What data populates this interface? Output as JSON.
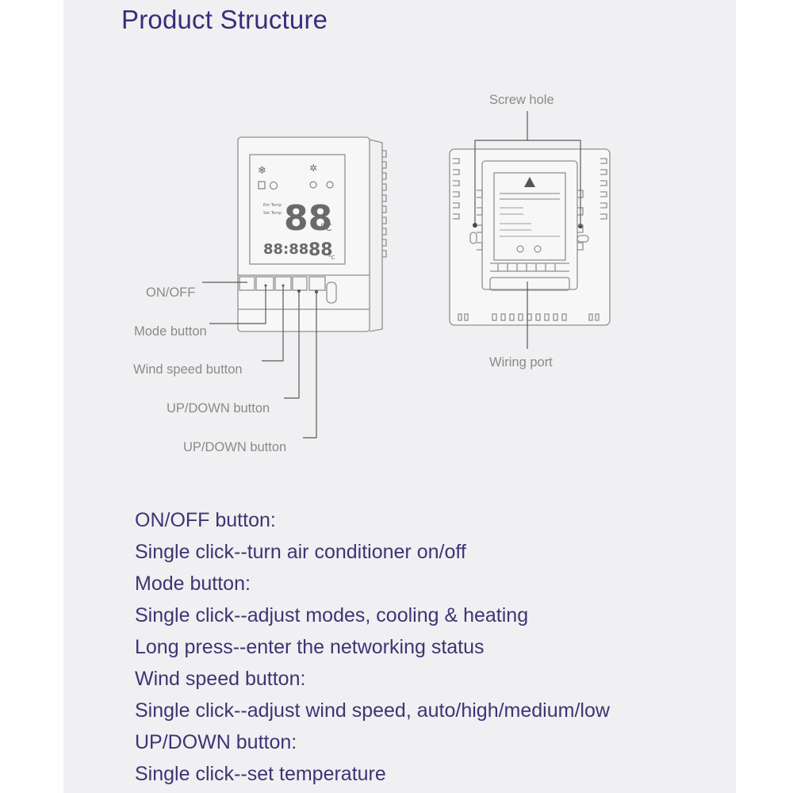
{
  "title": "Product Structure",
  "front_labels": {
    "on_off": "ON/OFF",
    "mode": "Mode button",
    "wind": "Wind speed button",
    "updown1": "UP/DOWN button",
    "updown2": "UP/DOWN button"
  },
  "back_labels": {
    "screw_hole": "Screw hole",
    "wiring_port": "Wiring port"
  },
  "lcd": {
    "big_digits": "88",
    "unit": "°C",
    "room_temp": "Rm Temp",
    "set_temp": "Set Temp",
    "clock": "88:88",
    "small_digits": "88",
    "small_unit": "°C"
  },
  "description": [
    "ON/OFF button:",
    "Single click--turn air conditioner on/off",
    "Mode button:",
    "Single click--adjust modes, cooling & heating",
    "Long press--enter the networking status",
    "Wind speed button:",
    "Single click--adjust wind speed, auto/high/medium/low",
    "UP/DOWN button:",
    "Single click--set temperature"
  ]
}
